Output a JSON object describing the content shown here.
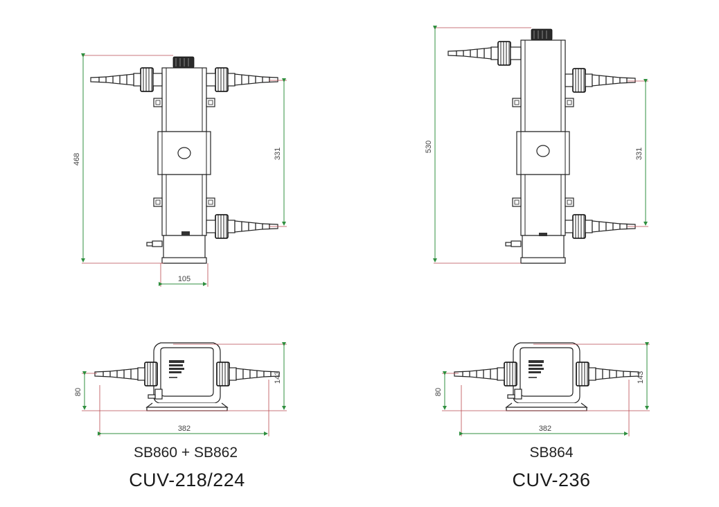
{
  "colors": {
    "background": "#ffffff",
    "outline": "#222222",
    "extension_line": "#b9484f",
    "dimension_line": "#2f8f3f"
  },
  "left_model": {
    "models": "SB860 + SB862",
    "name": "CUV-218/224",
    "front_view": {
      "height": "468",
      "port_spacing": "331",
      "base_width": "105"
    },
    "end_view": {
      "height": "143",
      "port_height": "80",
      "length": "382"
    }
  },
  "right_model": {
    "models": "SB864",
    "name": "CUV-236",
    "front_view": {
      "height": "530",
      "port_spacing": "331"
    },
    "end_view": {
      "height": "143",
      "port_height": "80",
      "length": "382"
    }
  }
}
